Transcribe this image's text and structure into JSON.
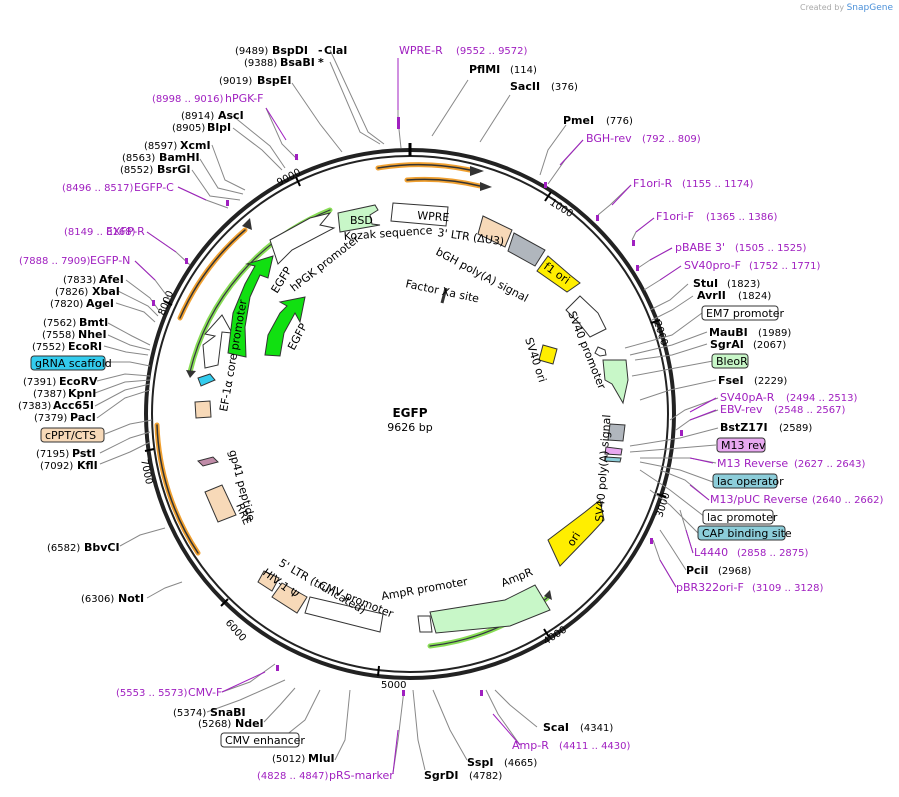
{
  "credit": {
    "prefix": "Created by",
    "brand": "SnapGene"
  },
  "plasmid": {
    "name": "EGFP",
    "size": "9626 bp"
  },
  "ticks": [
    "1000",
    "2000",
    "3000",
    "4000",
    "5000",
    "6000",
    "7000",
    "8000",
    "9000"
  ],
  "inner_labels": {
    "bsd": "BSD",
    "wpre": "WPRE",
    "kozak": "Kozak sequence",
    "ltr3": "3' LTR (ΔU3)",
    "bgh": "bGH poly(A) signal",
    "f1ori": "f1 ori",
    "factorxa": "Factor Xa site",
    "sv40prom": "SV40 promoter",
    "sv40ori": "SV40 ori",
    "sv40pa": "SV40 poly(A) signal",
    "ori": "ori",
    "ampr": "AmpR",
    "amprprom": "AmpR promoter",
    "cmvprom": "CMV promoter",
    "ltr5": "5' LTR (truncated)",
    "hivpsi": "HIV-1 Ψ",
    "rre": "RRE",
    "gp41": "gp41 peptide",
    "ef1a": "EF-1α core promoter",
    "egfp_outer": "EGFP",
    "egfp_inner": "EGFP",
    "hpgk": "hPGK promoter"
  },
  "labels": {
    "bspdi": {
      "pos": "(9489)",
      "name": "BspDI"
    },
    "clai": {
      "pos": "",
      "name": "ClaI"
    },
    "bsabi": {
      "pos": "(9388)",
      "name": "BsaBI"
    },
    "star": {
      "pos": "",
      "name": "*"
    },
    "wprer": {
      "pos": "(9552 .. 9572)",
      "name": "WPRE-R"
    },
    "pflmi": {
      "pos": "(114)",
      "name": "PflMI"
    },
    "sacii": {
      "pos": "(376)",
      "name": "SacII"
    },
    "bspei": {
      "pos": "(9019)",
      "name": "BspEI"
    },
    "hpgkf": {
      "pos": "(8998 .. 9016)",
      "name": "hPGK-F"
    },
    "asci": {
      "pos": "(8914)",
      "name": "AscI"
    },
    "blpi": {
      "pos": "(8905)",
      "name": "BlpI"
    },
    "xcmi": {
      "pos": "(8597)",
      "name": "XcmI"
    },
    "bamhi": {
      "pos": "(8563)",
      "name": "BamHI"
    },
    "bsrgi": {
      "pos": "(8552)",
      "name": "BsrGI"
    },
    "egfpc": {
      "pos": "(8496 .. 8517)",
      "name": "EGFP-C"
    },
    "exfpr": {
      "pos": "(8149 .. 8168)",
      "name": "EXFP-R"
    },
    "egfpn": {
      "pos": "(7888 .. 7909)",
      "name": "EGFP-N"
    },
    "afei": {
      "pos": "(7833)",
      "name": "AfeI"
    },
    "xbai": {
      "pos": "(7826)",
      "name": "XbaI"
    },
    "agei": {
      "pos": "(7820)",
      "name": "AgeI"
    },
    "bmti": {
      "pos": "(7562)",
      "name": "BmtI"
    },
    "nhei": {
      "pos": "(7558)",
      "name": "NheI"
    },
    "ecori": {
      "pos": "(7552)",
      "name": "EcoRI"
    },
    "grna": {
      "pos": "",
      "name": "gRNA scaffold"
    },
    "ecorv": {
      "pos": "(7391)",
      "name": "EcoRV"
    },
    "kpni": {
      "pos": "(7387)",
      "name": "KpnI"
    },
    "acc65i": {
      "pos": "(7383)",
      "name": "Acc65I"
    },
    "paci": {
      "pos": "(7379)",
      "name": "PacI"
    },
    "cppt": {
      "pos": "",
      "name": "cPPT/CTS"
    },
    "psti": {
      "pos": "(7195)",
      "name": "PstI"
    },
    "kfli": {
      "pos": "(7092)",
      "name": "KflI"
    },
    "bbvci": {
      "pos": "(6582)",
      "name": "BbvCI"
    },
    "noti": {
      "pos": "(6306)",
      "name": "NotI"
    },
    "cmvf": {
      "pos": "(5553 .. 5573)",
      "name": "CMV-F"
    },
    "snabi": {
      "pos": "(5374)",
      "name": "SnaBI"
    },
    "ndei": {
      "pos": "(5268)",
      "name": "NdeI"
    },
    "cmvenh": {
      "pos": "",
      "name": "CMV enhancer"
    },
    "mlui": {
      "pos": "(5012)",
      "name": "MluI"
    },
    "prs": {
      "pos": "(4828 .. 4847)",
      "name": "pRS-marker"
    },
    "sgrdi": {
      "pos": "(4782)",
      "name": "SgrDI"
    },
    "sspi": {
      "pos": "(4665)",
      "name": "SspI"
    },
    "ampr": {
      "pos": "(4411 .. 4430)",
      "name": "Amp-R"
    },
    "scai": {
      "pos": "(4341)",
      "name": "ScaI"
    },
    "pmei": {
      "pos": "(776)",
      "name": "PmeI"
    },
    "bghrev": {
      "pos": "(792 .. 809)",
      "name": "BGH-rev"
    },
    "f1orir": {
      "pos": "(1155 .. 1174)",
      "name": "F1ori-R"
    },
    "f1orif": {
      "pos": "(1365 .. 1386)",
      "name": "F1ori-F"
    },
    "pbabe": {
      "pos": "(1505 .. 1525)",
      "name": "pBABE 3'"
    },
    "sv40prof": {
      "pos": "(1752 .. 1771)",
      "name": "SV40pro-F"
    },
    "stui": {
      "pos": "(1823)",
      "name": "StuI"
    },
    "avrii": {
      "pos": "(1824)",
      "name": "AvrII"
    },
    "em7": {
      "pos": "",
      "name": "EM7 promoter"
    },
    "maubi": {
      "pos": "(1989)",
      "name": "MauBI"
    },
    "sgrai": {
      "pos": "(2067)",
      "name": "SgrAI"
    },
    "bleor": {
      "pos": "",
      "name": "BleoR"
    },
    "fsei": {
      "pos": "(2229)",
      "name": "FseI"
    },
    "sv40par": {
      "pos": "(2494 .. 2513)",
      "name": "SV40pA-R"
    },
    "ebvrev": {
      "pos": "(2548 .. 2567)",
      "name": "EBV-rev"
    },
    "bstz17i": {
      "pos": "(2589)",
      "name": "BstZ17I"
    },
    "m13revbox": {
      "pos": "",
      "name": "M13 rev"
    },
    "m13reverse": {
      "pos": "(2627 .. 2643)",
      "name": "M13 Reverse"
    },
    "lacop": {
      "pos": "",
      "name": "lac operator"
    },
    "m13puc": {
      "pos": "(2640 .. 2662)",
      "name": "M13/pUC Reverse"
    },
    "lacprom": {
      "pos": "",
      "name": "lac promoter"
    },
    "cap": {
      "pos": "",
      "name": "CAP binding site"
    },
    "l4440": {
      "pos": "(2858 .. 2875)",
      "name": "L4440"
    },
    "pcii": {
      "pos": "(2968)",
      "name": "PciI"
    },
    "pbr322": {
      "pos": "(3109 .. 3128)",
      "name": "pBR322ori-F"
    }
  },
  "colors": {
    "primer": "#a020c0",
    "egfp": "#11e011",
    "bleo": "#c8f7c8",
    "grna": "#33ccee",
    "cppt": "#f7d9b8",
    "f1ori": "#ffee00",
    "ori": "#ffee00",
    "lacop": "#8ccdd9",
    "m13": "#e8a8f0",
    "ltr": "#f7d9b8",
    "orange": "#f0a030"
  }
}
